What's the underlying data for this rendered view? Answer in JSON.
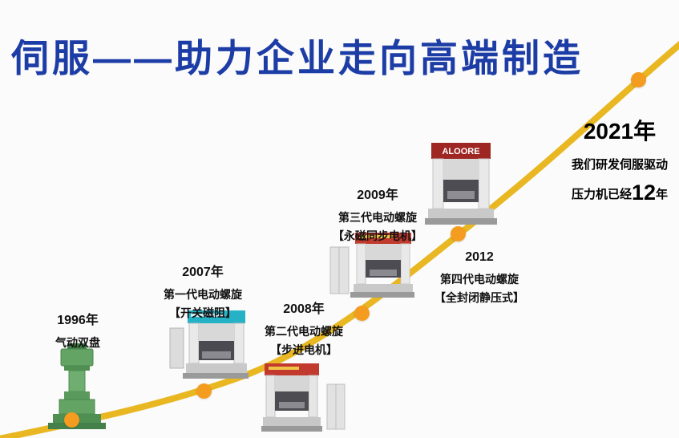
{
  "page": {
    "title": "伺服——助力企业走向高端制造",
    "background": "#fbfbfb"
  },
  "colors": {
    "title_blue": "#1d3da6",
    "curve_gold": "#e8b722",
    "dot_orange": "#f49c1f",
    "text_dark": "#111111",
    "machine_green": "#63a363",
    "machine_teal": "#25b2c7",
    "machine_red": "#c23a2e",
    "machine_dark_red": "#9e2723"
  },
  "timeline": {
    "milestones": [
      {
        "id": "1996",
        "year": "1996年",
        "line1": "气动双盘"
      },
      {
        "id": "2007",
        "year": "2007年",
        "line1": "第一代电动螺旋",
        "line2": "【开关磁阻】"
      },
      {
        "id": "2008",
        "year": "2008年",
        "line1": "第二代电动螺旋",
        "line2": "【步进电机】"
      },
      {
        "id": "2009",
        "year": "2009年",
        "line1": "第三代电动螺旋",
        "line2": "【永磁同步电机】"
      },
      {
        "id": "2012",
        "year": "2012",
        "line1": "第四代电动螺旋",
        "line2": "【全封闭静压式】"
      },
      {
        "id": "2021",
        "year": "2021年",
        "line1": "我们研发伺服驱动",
        "line2_prefix": "压力机已经",
        "line2_number": "12",
        "line2_suffix": "年"
      }
    ]
  },
  "machines": {
    "brand_label": "ALOORE"
  }
}
